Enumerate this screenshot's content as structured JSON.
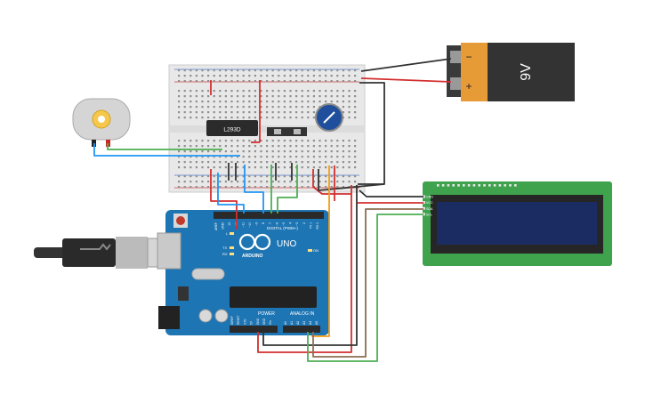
{
  "battery": {
    "label": "9V",
    "minus": "−",
    "plus": "+"
  },
  "driver_ic": {
    "label": "L293D"
  },
  "arduino": {
    "brand": "ARDUINO",
    "model": "UNO",
    "digital_header": "DIGITAL (PWM~)",
    "power_header": "POWER",
    "analog_header": "ANALOG IN",
    "led_l": "L",
    "led_tx": "TX",
    "led_rx": "RX",
    "led_on": "ON",
    "digital_pins": [
      "AREF",
      "GND",
      "13",
      "12",
      "~11",
      "~10",
      "~9",
      "8",
      "7",
      "~6",
      "~5",
      "4",
      "~3",
      "2",
      "TX 1",
      "RX 0"
    ],
    "power_pins": [
      "IOREF",
      "RESET",
      "3.3V",
      "5V",
      "GND",
      "GND",
      "Vin"
    ],
    "analog_pins": [
      "A0",
      "A1",
      "A2",
      "A3",
      "A4",
      "A5"
    ]
  },
  "lcd": {
    "pins": [
      "GND",
      "VCC",
      "SDA",
      "SCL"
    ]
  },
  "colors": {
    "arduino_board": "#1e75b3",
    "lcd_board": "#3fa34d",
    "lcd_screen": "#1b2c63",
    "battery_body": "#e79b36",
    "battery_top": "#333333",
    "wire_red": "#d32f2f",
    "wire_black": "#333333",
    "wire_green": "#4caf50",
    "wire_blue": "#2196f3",
    "wire_brown": "#8d6e52",
    "wire_orange": "#f39c12",
    "potentiometer": "#1f4f9c"
  }
}
